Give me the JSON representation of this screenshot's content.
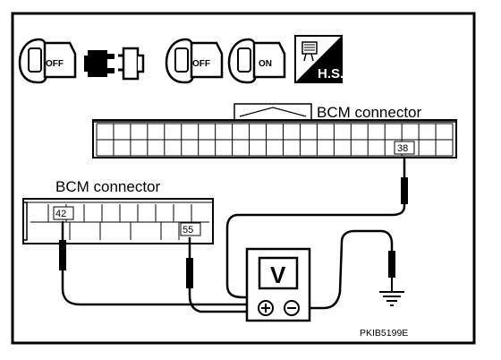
{
  "icons": {
    "ignition_off_1": {
      "name": "ignition-key-off-icon",
      "label": "OFF"
    },
    "connector_disconnect": {
      "name": "connector-disconnect-icon"
    },
    "ignition_off_2": {
      "name": "ignition-key-off-icon",
      "label": "OFF"
    },
    "ignition_on": {
      "name": "ignition-key-on-icon",
      "label": "ON"
    },
    "harness_sign": {
      "name": "harness-sign-icon",
      "label": "H.S."
    }
  },
  "connector_top": {
    "title": "BCM connector",
    "pin": "38"
  },
  "connector_left": {
    "title": "BCM connector",
    "pin_a": "42",
    "pin_b": "55"
  },
  "voltmeter": {
    "letter": "V",
    "plus": "⊕",
    "minus": "⊖"
  },
  "ground": {
    "name": "ground-symbol-icon"
  },
  "figure_code": "PKIB5199E",
  "colors": {
    "line": "#000000",
    "background": "#ffffff"
  }
}
